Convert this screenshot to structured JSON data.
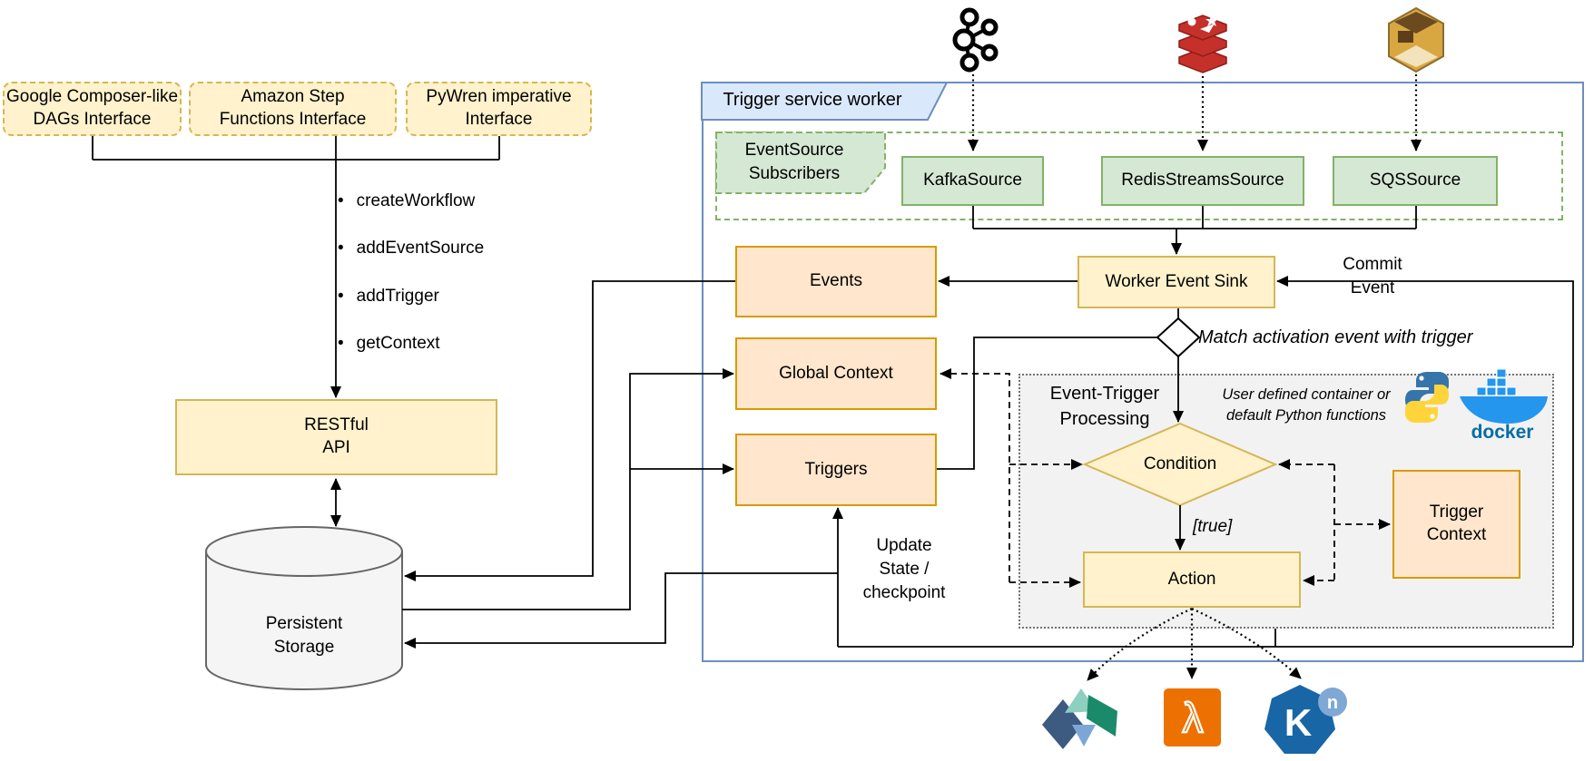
{
  "interfaces": [
    {
      "label": "Google Composer-like\nDAGs Interface"
    },
    {
      "label": "Amazon Step\nFunctions Interface"
    },
    {
      "label": "PyWren imperative\nInterface"
    }
  ],
  "api_methods": [
    "createWorkflow",
    "addEventSource",
    "addTrigger",
    "getContext"
  ],
  "restful_api_label": "RESTful\nAPI",
  "storage_label": "Persistent\nStorage",
  "worker": {
    "title": "Trigger service worker",
    "subscribers_label": "EventSource\nSubscribers",
    "sources": [
      {
        "label": "KafkaSource"
      },
      {
        "label": "RedisStreamsSource"
      },
      {
        "label": "SQSSource"
      }
    ],
    "event_sink_label": "Worker Event Sink",
    "commit_label": "Commit\nEvent",
    "match_label": "Match activation event with trigger",
    "events_label": "Events",
    "global_context_label": "Global Context",
    "triggers_label": "Triggers",
    "update_label": "Update\nState /\ncheckpoint",
    "processing": {
      "title": "Event-Trigger\nProcessing",
      "note": "User defined container or\ndefault Python functions",
      "condition_label": "Condition",
      "true_label": "[true]",
      "action_label": "Action",
      "trigger_context_label": "Trigger\nContext"
    }
  },
  "icons": {
    "top": [
      "kafka-icon",
      "redis-icon",
      "sqs-icon"
    ],
    "processing": [
      "python-icon",
      "docker-icon"
    ],
    "bottom": [
      "nuclio-icon",
      "aws-lambda-icon",
      "knative-icon"
    ]
  },
  "glyphs": {
    "bullet": "•",
    "lambda": "λ",
    "knative_k": "K",
    "knative_n": "n",
    "docker_wordmark": "docker"
  },
  "colors": {
    "yellow_fill": "#FFF2CC",
    "yellow_border": "#D6B656",
    "orange_fill": "#FFE6CC",
    "orange_border": "#D79B00",
    "green_fill": "#D5E8D4",
    "green_border": "#82B366",
    "blue_fill": "#DAE8FC",
    "blue_border": "#6C8EBF",
    "gray_fill": "#F2F2F2",
    "gray_border": "#666666",
    "lambda_orange": "#ED7100",
    "knative_blue": "#1866A5",
    "redis_red": "#C6302B",
    "kafka_black": "#000000",
    "sqs_gold": "#D9A741",
    "python_blue": "#3674A9",
    "python_yellow": "#FFD43B",
    "docker_blue": "#2496ED"
  }
}
